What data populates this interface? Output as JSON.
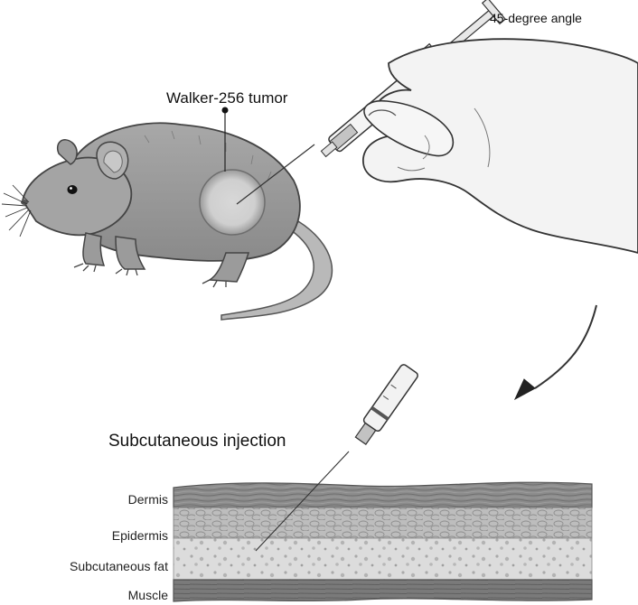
{
  "labels": {
    "angle": "45-degree angle",
    "tumor": "Walker-256 tumor",
    "title": "Subcutaneous injection"
  },
  "layers": [
    {
      "name": "Dermis"
    },
    {
      "name": "Epidermis"
    },
    {
      "name": "Subcutaneous fat"
    },
    {
      "name": "Muscle"
    }
  ]
}
